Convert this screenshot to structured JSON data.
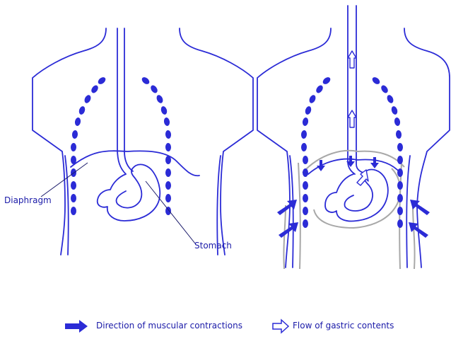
{
  "labels": {
    "diaphragm": "Diaphragm",
    "stomach": "Stomach"
  },
  "legend": {
    "muscular": "Direction of muscular contractions",
    "flow": "Flow of gastric contents"
  },
  "colors": {
    "outline": "#2b2bd6",
    "muscle": "#2b2bd6",
    "contracted": "#a8a8a8",
    "text": "#1a1aa8"
  }
}
